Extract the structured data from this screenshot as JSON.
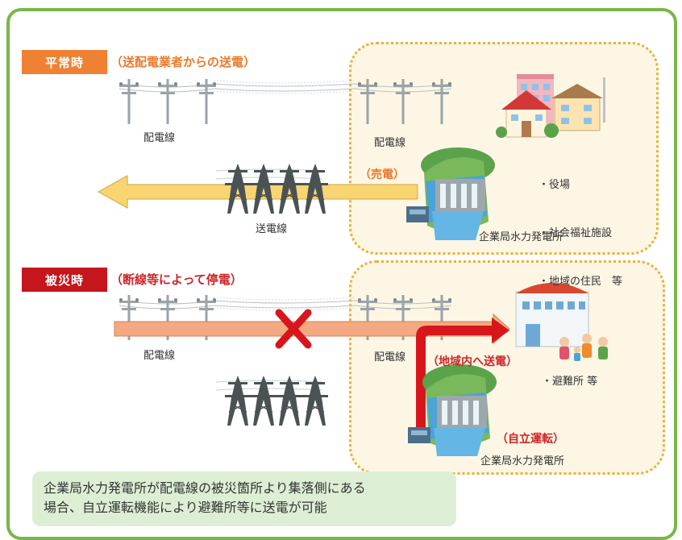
{
  "normal": {
    "badge": "平常時",
    "heading": "（送配電業者からの送電）",
    "wire_left_label": "配電線",
    "wire_right_label": "配電線",
    "sell_label": "（売電）",
    "transmission_label": "送電線",
    "facilities": [
      "・役場",
      "・社会福祉施設",
      "・地域の住民　等"
    ],
    "plant_label": "企業局水力発電所"
  },
  "disaster": {
    "badge": "被災時",
    "heading": "（断線等によって停電）",
    "wire_left_label": "配電線",
    "wire_right_label": "配電線",
    "local_label": "（地域内へ送電）",
    "shelter_label": "・避難所 等",
    "autonomous_label": "（自立運転）",
    "plant_label": "企業局水力発電所"
  },
  "note": {
    "line1": "企業局水力発電所が配電線の被災箇所より集落側にある",
    "line2": "場合、自立運転機能により避難所等に送電が可能"
  },
  "colors": {
    "frame": "#7ab648",
    "badge_normal": "#ef8133",
    "badge_disaster": "#c4161c",
    "area_border": "#e8b23a",
    "area_fill": "#fdf6e4",
    "arrow_yellow": "#f8d570",
    "arrow_salmon": "#f4a982",
    "arrow_red": "#d7161c",
    "note_fill": "#dcefd4"
  },
  "icons": [
    "utility-pole-icon",
    "pylon-icon",
    "cross-mark-icon",
    "house-icon",
    "hall-icon",
    "shelter-building-icon",
    "hydro-dam-icon",
    "people-icon"
  ]
}
